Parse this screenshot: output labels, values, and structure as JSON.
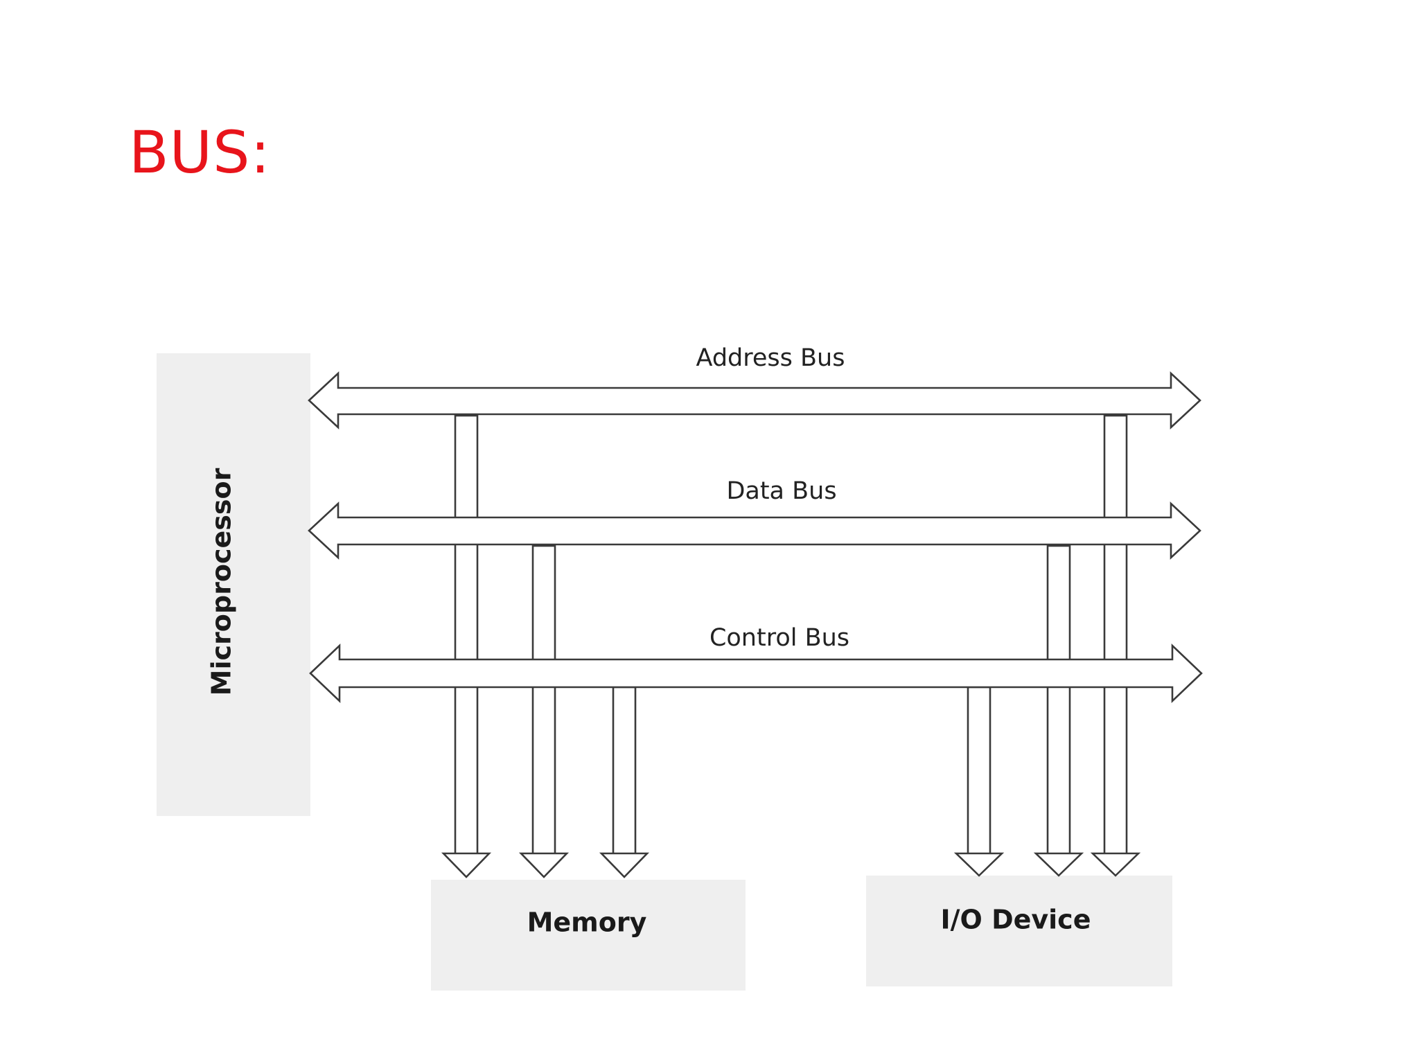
{
  "slide": {
    "title": "BUS:",
    "title_color": "#e8141b"
  },
  "diagram": {
    "buses": [
      {
        "id": "address",
        "label": "Address Bus",
        "direction": "bidirectional"
      },
      {
        "id": "data",
        "label": "Data Bus",
        "direction": "bidirectional"
      },
      {
        "id": "control",
        "label": "Control Bus",
        "direction": "bidirectional"
      }
    ],
    "components": {
      "microprocessor": "Microprocessor",
      "memory": "Memory",
      "io_device": "I/O Device"
    },
    "connections": [
      {
        "from": "address",
        "to": "memory"
      },
      {
        "from": "data",
        "to": "memory"
      },
      {
        "from": "control",
        "to": "memory"
      },
      {
        "from": "control",
        "to": "io_device"
      },
      {
        "from": "data",
        "to": "io_device"
      },
      {
        "from": "address",
        "to": "io_device"
      }
    ],
    "colors": {
      "box_fill": "#efefef",
      "line": "#3a3a3a",
      "arrow_fill": "#ffffff"
    }
  }
}
